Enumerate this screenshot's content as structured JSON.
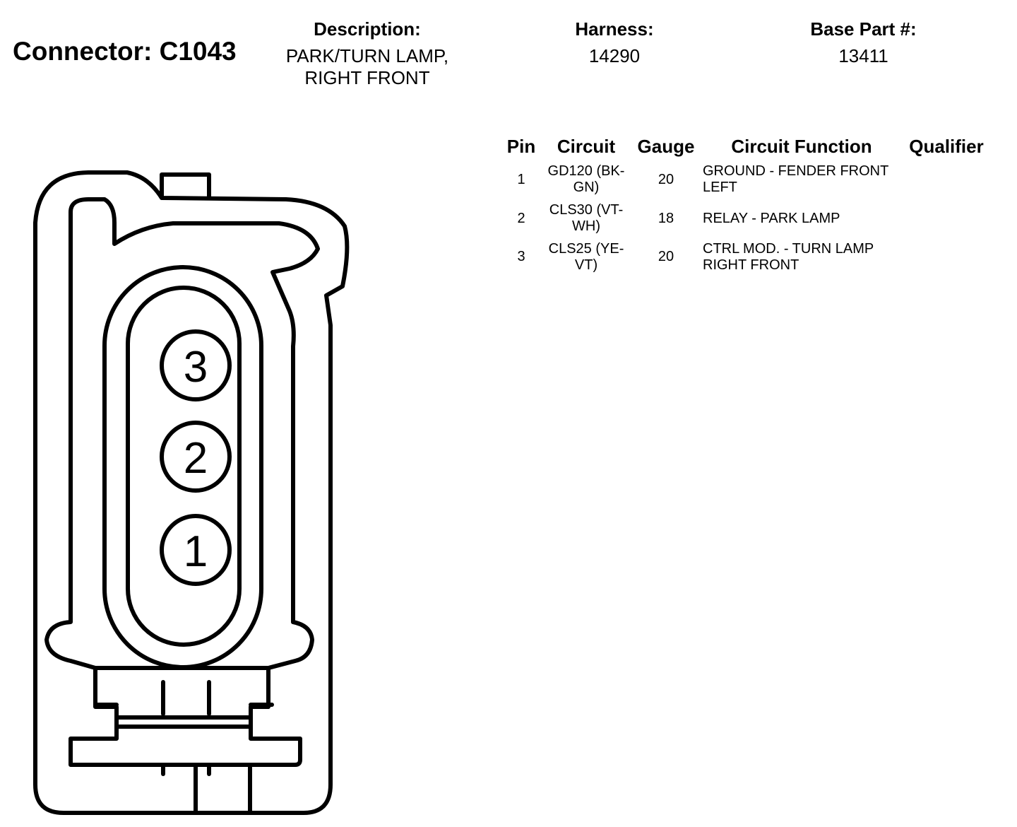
{
  "header": {
    "title": "Connector: C1043",
    "description_label": "Description:",
    "description_line1": "PARK/TURN LAMP,",
    "description_line2": "RIGHT FRONT",
    "harness_label": "Harness:",
    "harness_value": "14290",
    "base_part_label": "Base Part #:",
    "base_part_value": "13411"
  },
  "table": {
    "columns": [
      "Pin",
      "Circuit",
      "Gauge",
      "Circuit Function",
      "Qualifier"
    ],
    "rows": [
      {
        "pin": "1",
        "circuit_line1": "GD120 (BK-",
        "circuit_line2": "GN)",
        "gauge": "20",
        "function_line1": "GROUND - FENDER FRONT",
        "function_line2": "LEFT",
        "qualifier": ""
      },
      {
        "pin": "2",
        "circuit_line1": "CLS30 (VT-",
        "circuit_line2": "WH)",
        "gauge": "18",
        "function_line1": "RELAY - PARK LAMP",
        "function_line2": "",
        "qualifier": ""
      },
      {
        "pin": "3",
        "circuit_line1": "CLS25 (YE-",
        "circuit_line2": "VT)",
        "gauge": "20",
        "function_line1": "CTRL MOD. - TURN LAMP",
        "function_line2": "RIGHT FRONT",
        "qualifier": ""
      }
    ]
  },
  "diagram": {
    "pin_labels": [
      "3",
      "2",
      "1"
    ]
  }
}
